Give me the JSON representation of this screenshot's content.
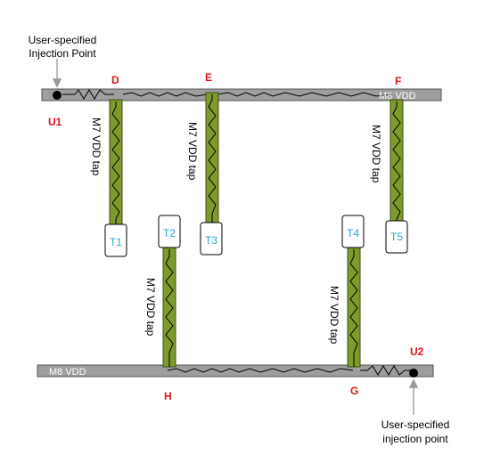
{
  "callouts": {
    "top": [
      "User-specified",
      "Injection Point"
    ],
    "bottom": [
      "User-specified",
      "injection point"
    ]
  },
  "rails": {
    "top_label": "M8 VDD",
    "bottom_label": "M8 VDD"
  },
  "nodes": {
    "U1": "U1",
    "U2": "U2",
    "D": "D",
    "E": "E",
    "F": "F",
    "G": "G",
    "H": "H"
  },
  "taps": {
    "label": "M7 VDD tap"
  },
  "terminals": {
    "T1": "T1",
    "T2": "T2",
    "T3": "T3",
    "T4": "T4",
    "T5": "T5"
  },
  "colors": {
    "rail_fill": "#9e9e9e",
    "rail_stroke": "#555555",
    "tap_fill": "#7d9a2b",
    "tap_stroke": "#3f5214",
    "node_label": "#e0141a",
    "terminal_label": "#2aa3d8",
    "arrow": "#9a9a9a"
  }
}
